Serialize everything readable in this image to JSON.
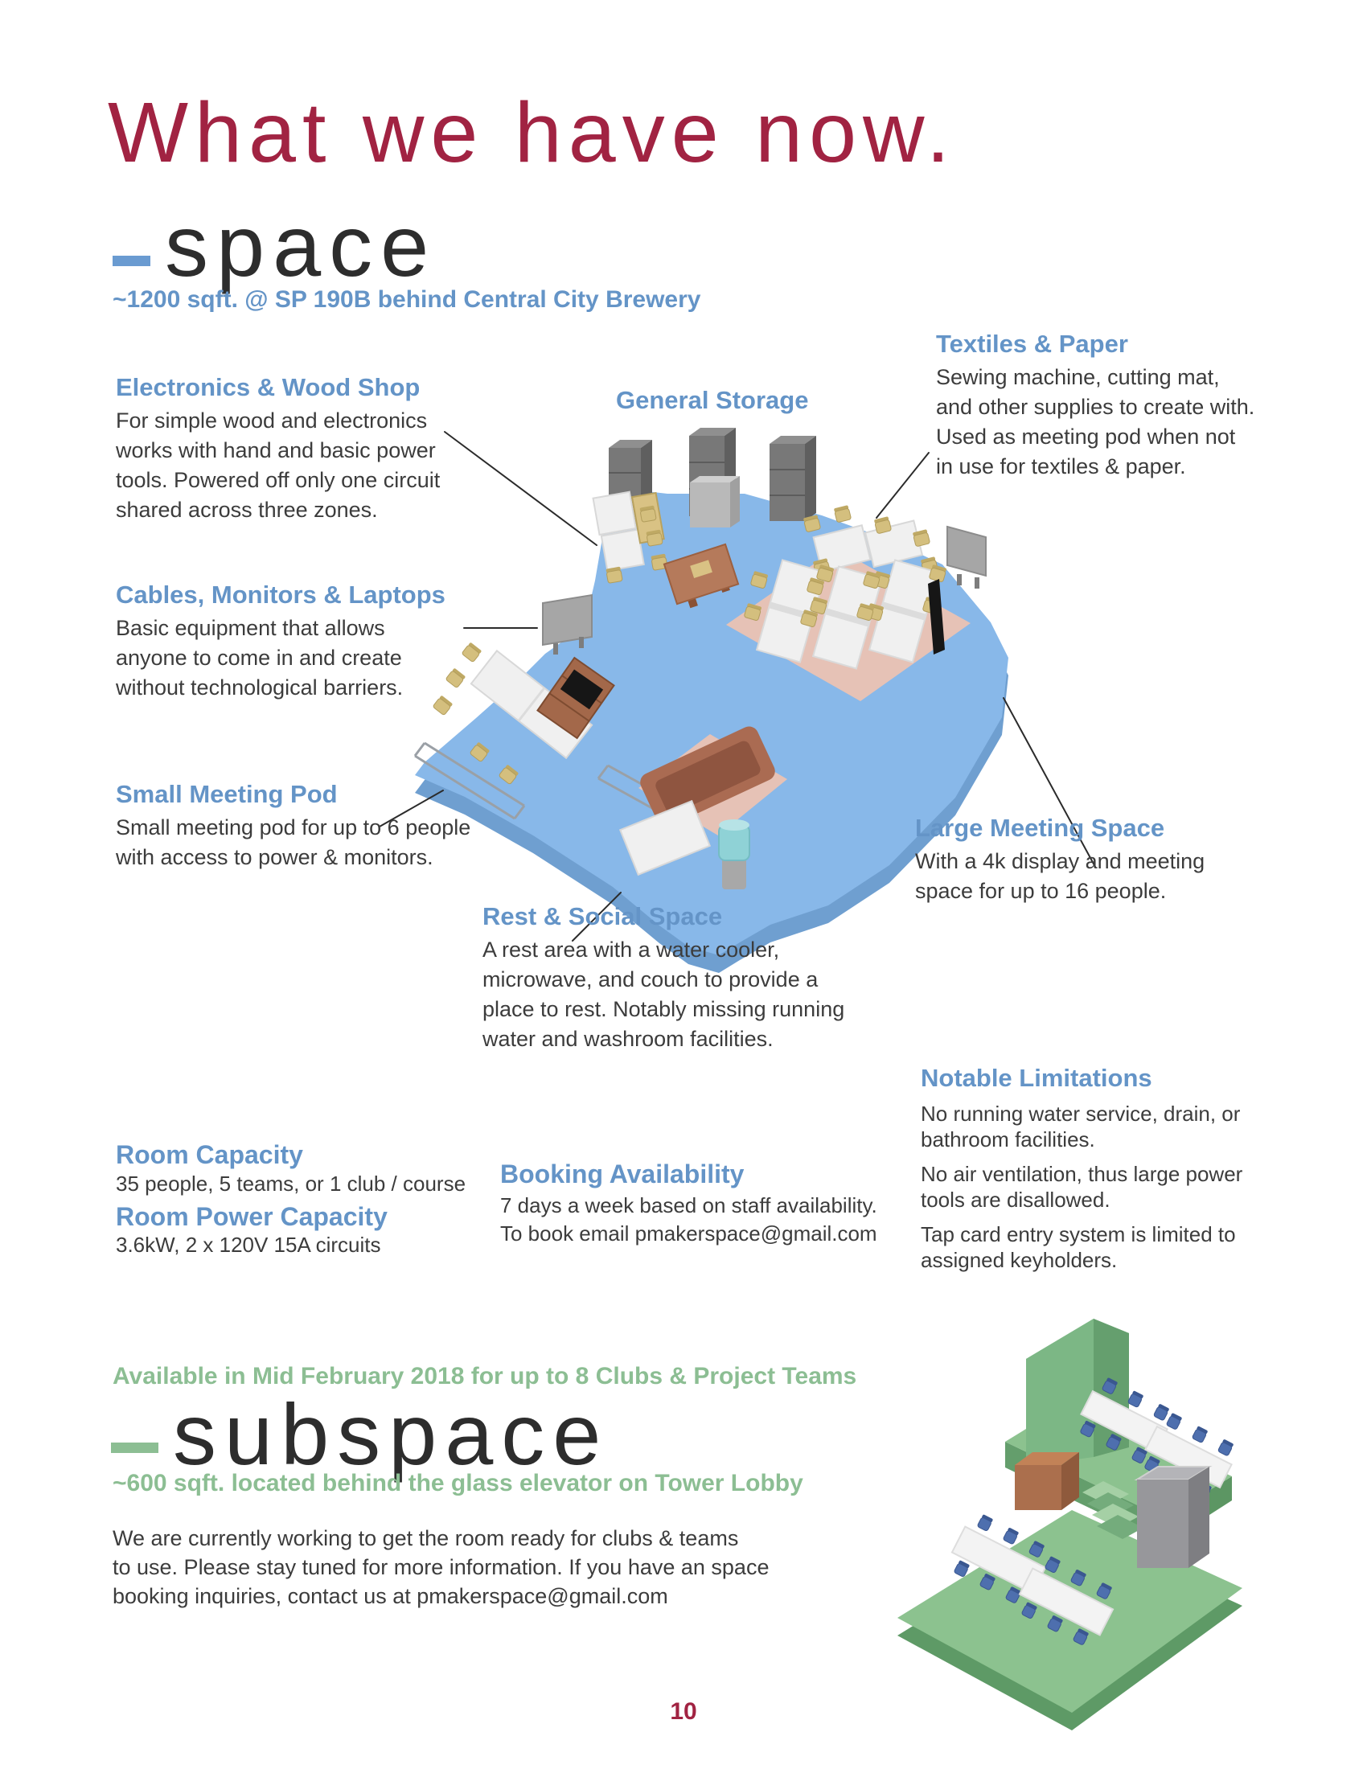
{
  "page": {
    "title": "What we have now.",
    "page_number": "10"
  },
  "colors": {
    "title_crimson": "#a12342",
    "heading_blue": "#6494c7",
    "accent_green": "#8cbe93",
    "floor_blue": "#88b8e9",
    "subspace_green": "#8cc28f"
  },
  "space": {
    "label": "space",
    "subtitle": "~1200 sqft. @ SP 190B behind Central City Brewery",
    "areas": {
      "electronics": {
        "title": "Electronics & Wood Shop",
        "body": "For simple wood and electronics\nworks with hand and basic power\ntools. Powered off only one circuit\nshared across three zones."
      },
      "general_storage": {
        "title": "General Storage"
      },
      "textiles": {
        "title": "Textiles & Paper",
        "body": "Sewing machine, cutting mat,\nand other supplies to create with.\nUsed as meeting pod when not\nin use for textiles & paper."
      },
      "cables": {
        "title": "Cables, Monitors & Laptops",
        "body": "Basic equipment that allows\nanyone to come in and create\nwithout technological barriers."
      },
      "small_pod": {
        "title": "Small Meeting Pod",
        "body": "Small meeting pod for up to 6 people\nwith access to power & monitors."
      },
      "rest": {
        "title": "Rest & Social Space",
        "body": "A rest area with a water cooler,\nmicrowave, and couch to provide a\nplace to rest. Notably missing running\nwater and washroom facilities."
      },
      "large_meeting": {
        "title": "Large Meeting Space",
        "body": "With a 4k display and meeting\nspace for up to 16 people."
      }
    },
    "limitations": {
      "title": "Notable Limitations",
      "items": [
        "No running water service, drain, or\nbathroom facilities.",
        "No air ventilation, thus large power\ntools are disallowed.",
        "Tap card entry system is limited to\nassigned keyholders."
      ]
    },
    "stats": {
      "room_capacity": {
        "label": "Room Capacity",
        "value": "35 people, 5 teams, or 1 club / course"
      },
      "room_power": {
        "label": "Room Power Capacity",
        "value": "3.6kW, 2 x 120V 15A circuits"
      },
      "booking": {
        "label": "Booking Availability",
        "line1": "7 days a week based on staff availability.",
        "line2": "To book email pmakerspace@gmail.com"
      }
    }
  },
  "subspace": {
    "label": "subspace",
    "availability": "Available in Mid February 2018 for up to 8 Clubs & Project Teams",
    "subtitle": "~600 sqft. located behind the glass elevator on Tower Lobby",
    "body": "We are currently working to get the room ready for clubs & teams\nto use. Please stay tuned for more information. If you have an space\nbooking inquiries, contact us at pmakerspace@gmail.com"
  }
}
